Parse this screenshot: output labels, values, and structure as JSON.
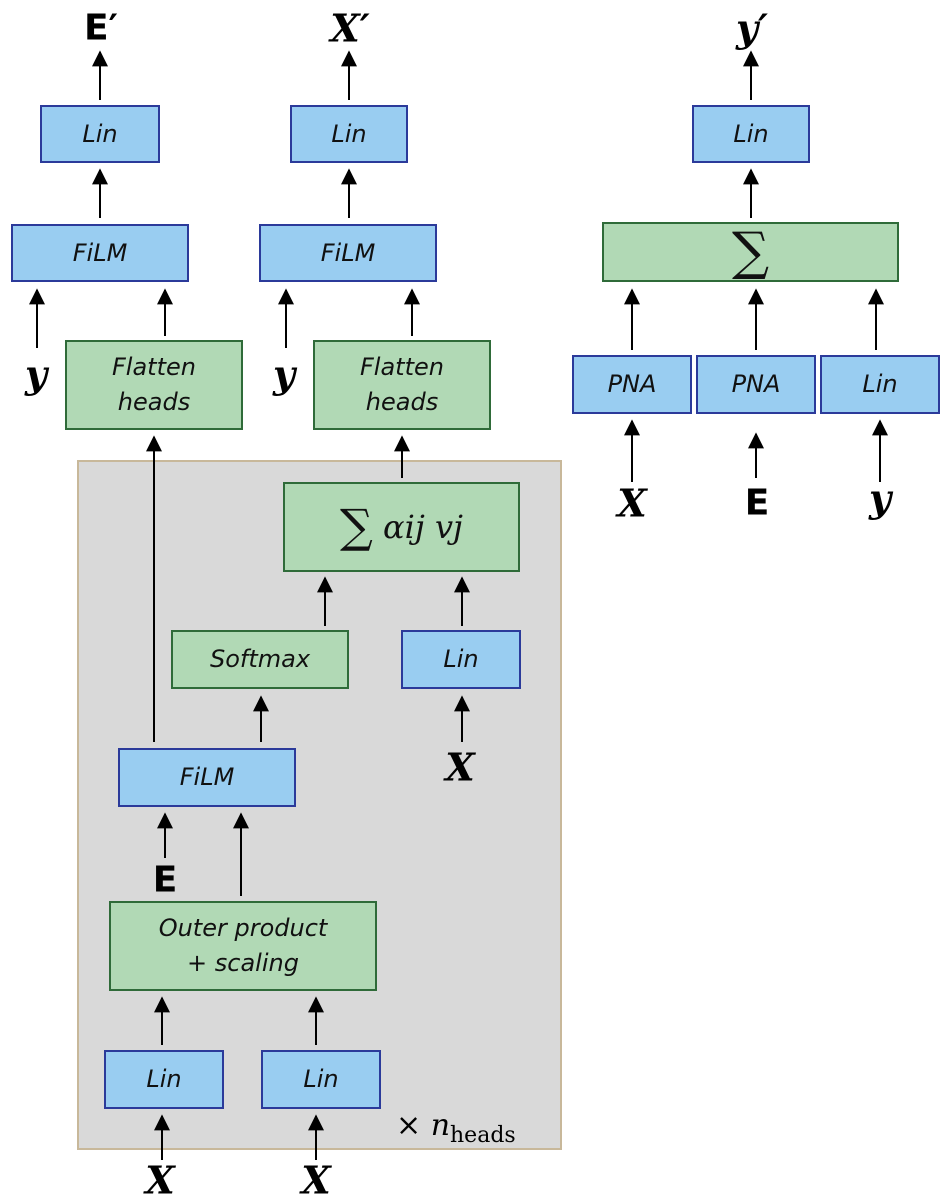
{
  "boxes": {
    "lin_e_out": "Lin",
    "film_e": "FiLM",
    "flatten_e": "Flatten\nheads",
    "lin_x_out": "Lin",
    "film_x": "FiLM",
    "flatten_x": "Flatten\nheads",
    "weighted_sum": "αij vj",
    "softmax": "Softmax",
    "lin_v": "Lin",
    "film_attn": "FiLM",
    "outer_product": "Outer product\n+ scaling",
    "lin_q": "Lin",
    "lin_k": "Lin",
    "lin_y_out": "Lin",
    "sum_y": "∑",
    "pna_x": "PNA",
    "pna_e": "PNA",
    "lin_y_in": "Lin"
  },
  "symbols": {
    "e_out": "E′",
    "x_out": "X′",
    "y_out": "y′",
    "y_in_e": "y",
    "y_in_x": "y",
    "x_v": "X",
    "e_attn": "E",
    "x_q": "X",
    "x_k": "X",
    "x_pna": "X",
    "e_pna": "E",
    "y_lin": "y"
  },
  "heads_label": {
    "times": "×",
    "n": "n",
    "sub": "heads"
  },
  "colors": {
    "lin_fill": "#99cdf1",
    "lin_border": "#2b3a9a",
    "op_fill": "#b1d9b5",
    "op_border": "#2f6b39",
    "panel_fill": "#d9d9d9",
    "panel_border": "#c8b89a"
  }
}
